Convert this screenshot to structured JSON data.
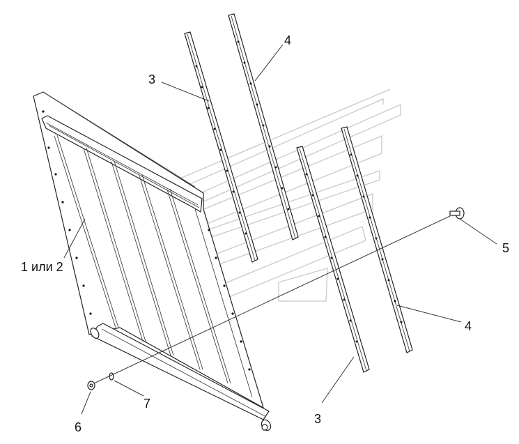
{
  "callouts": {
    "c1": "1 или 2",
    "c3_top": "3",
    "c3_bottom": "3",
    "c4_top": "4",
    "c4_right": "4",
    "c5": "5",
    "c6": "6",
    "c7": "7"
  },
  "colors": {
    "line": "#222222",
    "watermark": "#c8c8c8",
    "background": "#ffffff"
  }
}
